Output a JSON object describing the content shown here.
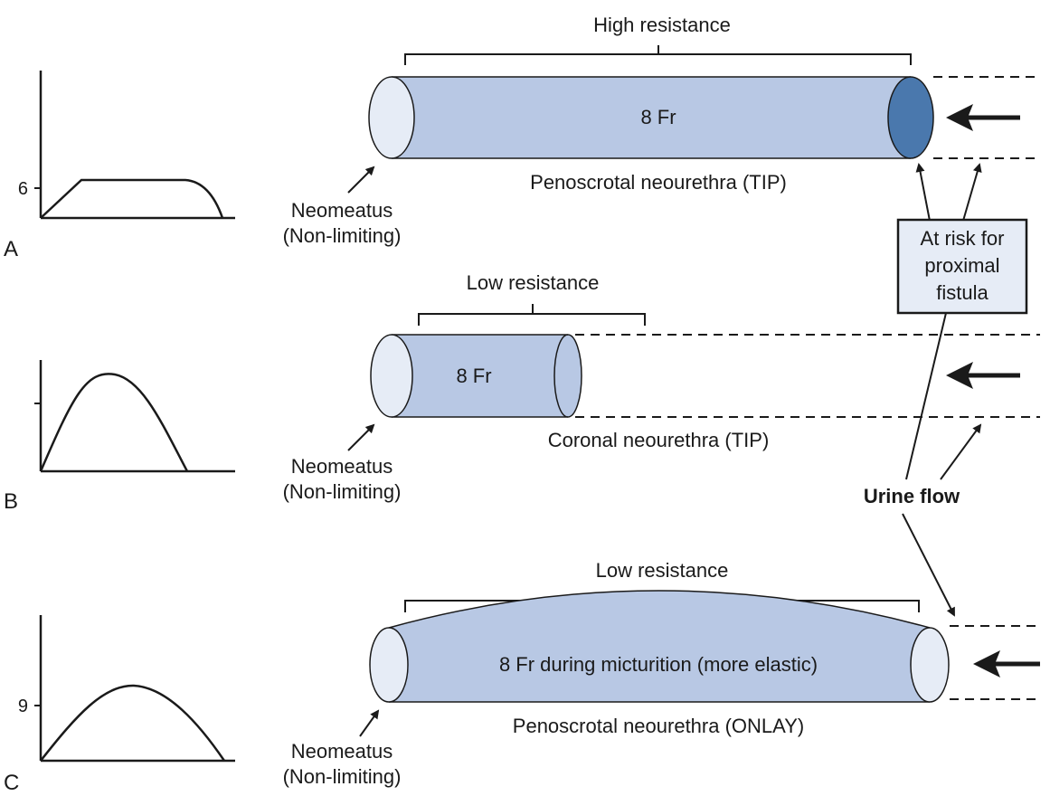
{
  "colors": {
    "tube_fill": "#b8c8e4",
    "tube_end": "#e6ecf6",
    "tube_end_dark": "#4a78ad",
    "stroke": "#1a1a1a",
    "box_fill": "#e6ecf6"
  },
  "panels": [
    {
      "letter": "A",
      "tick_label": "6",
      "bracket_label": "High resistance",
      "tube_label": "8 Fr",
      "caption": "Penoscrotal neourethra (TIP)",
      "meatus_line1": "Neomeatus",
      "meatus_line2": "(Non-limiting)"
    },
    {
      "letter": "B",
      "tick_label": "",
      "bracket_label": "Low resistance",
      "tube_label": "8 Fr",
      "caption": "Coronal neourethra (TIP)",
      "meatus_line1": "Neomeatus",
      "meatus_line2": "(Non-limiting)"
    },
    {
      "letter": "C",
      "tick_label": "9",
      "bracket_label": "Low resistance",
      "tube_label": "8 Fr during micturition (more elastic)",
      "caption": "Penoscrotal neourethra (ONLAY)",
      "meatus_line1": "Neomeatus",
      "meatus_line2": "(Non-limiting)"
    }
  ],
  "risk_box": {
    "line1": "At risk for",
    "line2": "proximal",
    "line3": "fistula"
  },
  "urine_flow_label": "Urine flow"
}
